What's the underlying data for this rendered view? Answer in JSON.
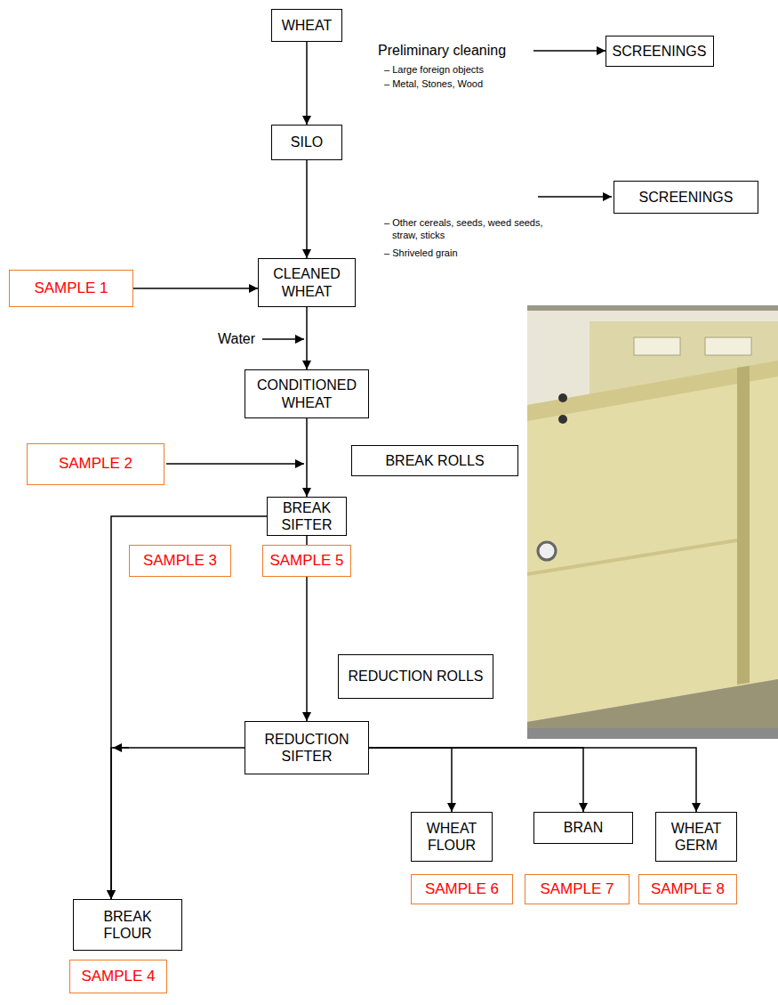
{
  "diagram": {
    "nodes": [
      {
        "text": [
          "WHEAT"
        ]
      },
      {
        "text": [
          "SCREENINGS"
        ]
      },
      {
        "text": [
          "SILO"
        ]
      },
      {
        "text": [
          "SCREENINGS"
        ]
      },
      {
        "text": [
          "SAMPLE 1"
        ]
      },
      {
        "text": [
          "CLEANED WHEAT"
        ]
      },
      {
        "text": [
          "CONDITIONED WHEAT"
        ]
      },
      {
        "text": [
          "SAMPLE 2"
        ]
      },
      {
        "text": [
          "BREAK ROLLS"
        ]
      },
      {
        "text": [
          "BREAK SIFTER"
        ]
      },
      {
        "text": [
          "SAMPLE 3"
        ]
      },
      {
        "text": [
          "SAMPLE 5"
        ]
      },
      {
        "text": [
          "REDUCTION ROLLS"
        ]
      },
      {
        "text": [
          "REDUCTION SIFTER"
        ]
      },
      {
        "text": [
          "WHEAT FLOUR"
        ]
      },
      {
        "text": [
          "BRAN"
        ]
      },
      {
        "text": [
          "WHEAT GERM"
        ]
      },
      {
        "text": [
          "SAMPLE 6"
        ]
      },
      {
        "text": [
          "SAMPLE 7"
        ]
      },
      {
        "text": [
          "SAMPLE 8"
        ]
      },
      {
        "text": [
          "BREAK FLOUR"
        ]
      },
      {
        "text": [
          "SAMPLE 4"
        ]
      }
    ],
    "edges": [
      {
        "from": 0,
        "to": 2,
        "arrow": "to"
      },
      {
        "from": 2,
        "to": 5,
        "arrow": "to"
      },
      {
        "from": 4,
        "to": 5,
        "arrow": "to"
      },
      {
        "from": 5,
        "to": 6,
        "arrow": "to"
      },
      {
        "from": 6,
        "to": 9,
        "arrow": "to"
      },
      {
        "from": 9,
        "to": 11,
        "arrow": "none"
      },
      {
        "from": 11,
        "to": 13,
        "arrow": "to"
      },
      {
        "from": 9,
        "to": 20,
        "arrow": "to"
      },
      {
        "from": 13,
        "to": 20,
        "arrow": "to"
      },
      {
        "from": 13,
        "to": 14,
        "arrow": "to"
      },
      {
        "from": 13,
        "to": 15,
        "arrow": "to"
      },
      {
        "from": 13,
        "to": 16,
        "arrow": "to"
      }
    ],
    "labels": [
      "Preliminary cleaning",
      "– Large foreign objects",
      "– Metal, Stones, Wood",
      "– Other cereals, seeds, weed seeds, straw, sticks",
      "– Shriveled grain",
      "Water"
    ]
  }
}
